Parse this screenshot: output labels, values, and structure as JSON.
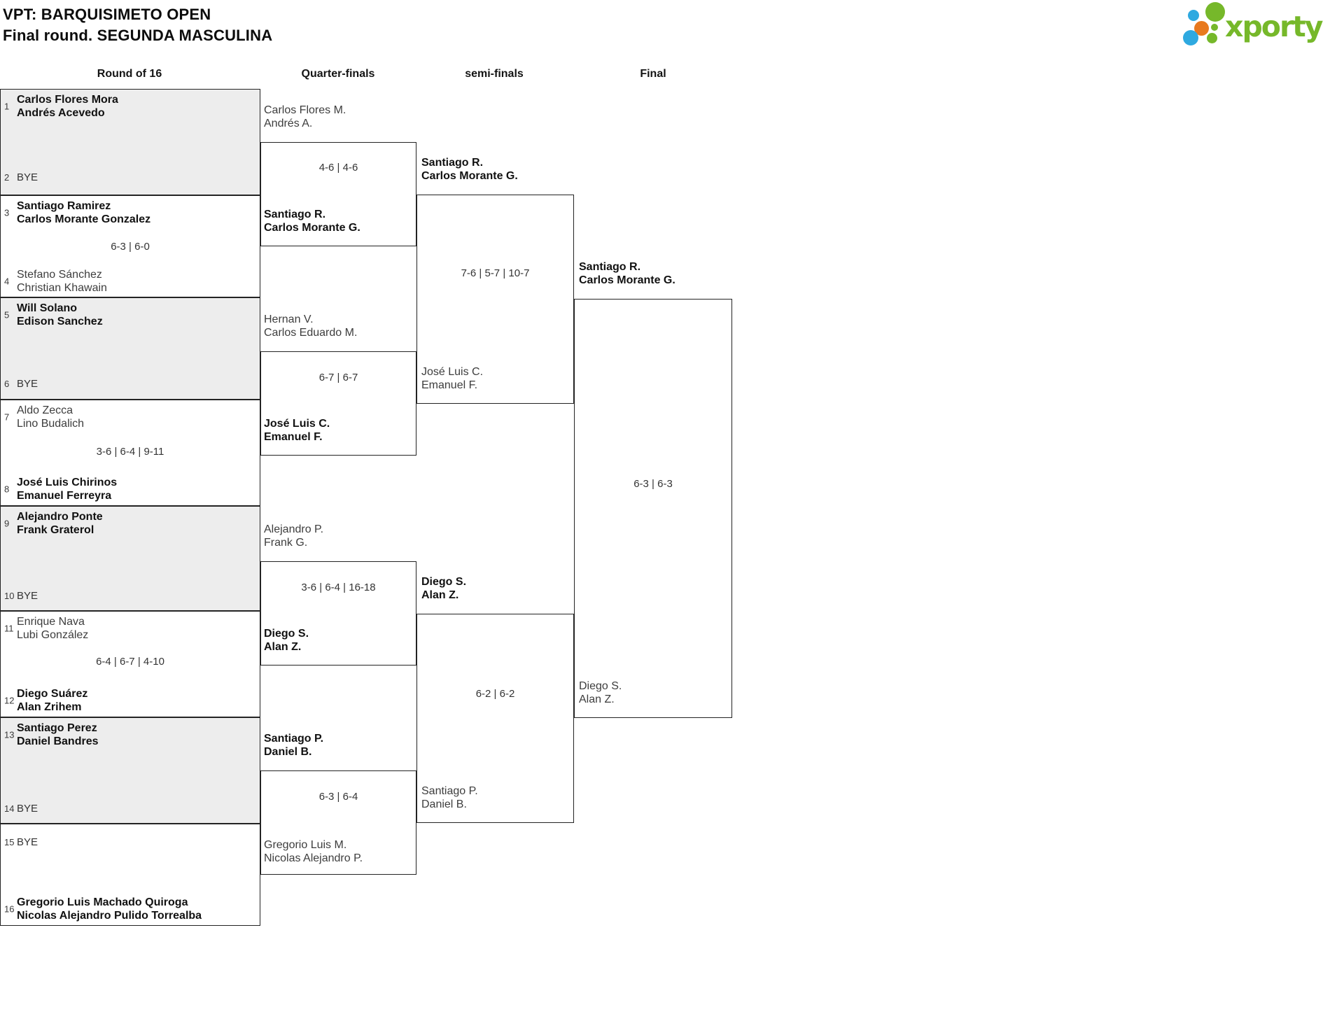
{
  "header": {
    "title_line1": "VPT: BARQUISIMETO OPEN",
    "title_line2": "Final round. SEGUNDA MASCULINA"
  },
  "logo": {
    "text": "xporty",
    "green": "#76B82A",
    "blue": "#2EA9E0",
    "orange": "#E8791E"
  },
  "columns": {
    "c1": "Round of 16",
    "c2": "Quarter-finals",
    "c3": "semi-finals",
    "c4": "Final"
  },
  "colors": {
    "bye_box_fill": "#ededed",
    "line": "#232323",
    "winner_text": "#111111",
    "loser_text": "#3d3d3d"
  },
  "r16": [
    {
      "top": {
        "seed": "1",
        "lines": [
          "Carlos Flores Mora",
          "Andrés Acevedo"
        ]
      },
      "bottom": {
        "seed": "2",
        "lines": [
          "BYE"
        ]
      },
      "score": ""
    },
    {
      "top": {
        "seed": "3",
        "lines": [
          "Santiago Ramirez",
          "Carlos Morante Gonzalez"
        ]
      },
      "bottom": {
        "seed": "4",
        "lines": [
          "Stefano Sánchez",
          "Christian Khawain"
        ]
      },
      "score": "6-3 | 6-0"
    },
    {
      "top": {
        "seed": "5",
        "lines": [
          "Will Solano",
          "Edison Sanchez"
        ]
      },
      "bottom": {
        "seed": "6",
        "lines": [
          "BYE"
        ]
      },
      "score": ""
    },
    {
      "top": {
        "seed": "7",
        "lines": [
          "Aldo Zecca",
          "Lino Budalich"
        ]
      },
      "bottom": {
        "seed": "8",
        "lines": [
          "José Luis Chirinos",
          "Emanuel Ferreyra"
        ]
      },
      "score": "3-6 | 6-4 | 9-11"
    },
    {
      "top": {
        "seed": "9",
        "lines": [
          "Alejandro Ponte",
          "Frank Graterol"
        ]
      },
      "bottom": {
        "seed": "10",
        "lines": [
          "BYE"
        ]
      },
      "score": ""
    },
    {
      "top": {
        "seed": "11",
        "lines": [
          "Enrique Nava",
          "Lubi González"
        ]
      },
      "bottom": {
        "seed": "12",
        "lines": [
          "Diego Suárez",
          "Alan Zrihem"
        ]
      },
      "score": "6-4 | 6-7 | 4-10"
    },
    {
      "top": {
        "seed": "13",
        "lines": [
          "Santiago Perez",
          "Daniel Bandres"
        ]
      },
      "bottom": {
        "seed": "14",
        "lines": [
          "BYE"
        ]
      },
      "score": ""
    },
    {
      "top": {
        "seed": "15",
        "lines": [
          "BYE"
        ]
      },
      "bottom": {
        "seed": "16",
        "lines": [
          "Gregorio Luis Machado Quiroga",
          "Nicolas Alejandro Pulido Torrealba"
        ]
      },
      "score": ""
    }
  ],
  "qf": [
    {
      "top": {
        "lines": [
          "Carlos Flores M.",
          "Andrés A."
        ]
      },
      "bottom": {
        "lines": [
          "Santiago R.",
          "Carlos Morante G."
        ]
      },
      "score": "4-6 | 4-6"
    },
    {
      "top": {
        "lines": [
          "Hernan V.",
          "Carlos Eduardo M."
        ]
      },
      "bottom": {
        "lines": [
          "José Luis C.",
          "Emanuel F."
        ]
      },
      "score": "6-7 | 6-7"
    },
    {
      "top": {
        "lines": [
          "Alejandro P.",
          "Frank G."
        ]
      },
      "bottom": {
        "lines": [
          "Diego S.",
          "Alan Z."
        ]
      },
      "score": "3-6 | 6-4 | 16-18"
    },
    {
      "top": {
        "lines": [
          "Santiago P.",
          "Daniel B."
        ]
      },
      "bottom": {
        "lines": [
          "Gregorio Luis M.",
          "Nicolas Alejandro P."
        ]
      },
      "score": "6-3 | 6-4"
    }
  ],
  "sf": [
    {
      "top": {
        "lines": [
          "Santiago R.",
          "Carlos Morante G."
        ]
      },
      "bottom": {
        "lines": [
          "José Luis C.",
          "Emanuel F."
        ]
      },
      "score": "7-6 | 5-7 | 10-7"
    },
    {
      "top": {
        "lines": [
          "Diego S.",
          "Alan Z."
        ]
      },
      "bottom": {
        "lines": [
          "Santiago P.",
          "Daniel B."
        ]
      },
      "score": "6-2 | 6-2"
    }
  ],
  "final": {
    "top": {
      "lines": [
        "Santiago R.",
        "Carlos Morante G."
      ]
    },
    "bottom": {
      "lines": [
        "Diego S.",
        "Alan Z."
      ]
    },
    "score": "6-3 | 6-3"
  }
}
